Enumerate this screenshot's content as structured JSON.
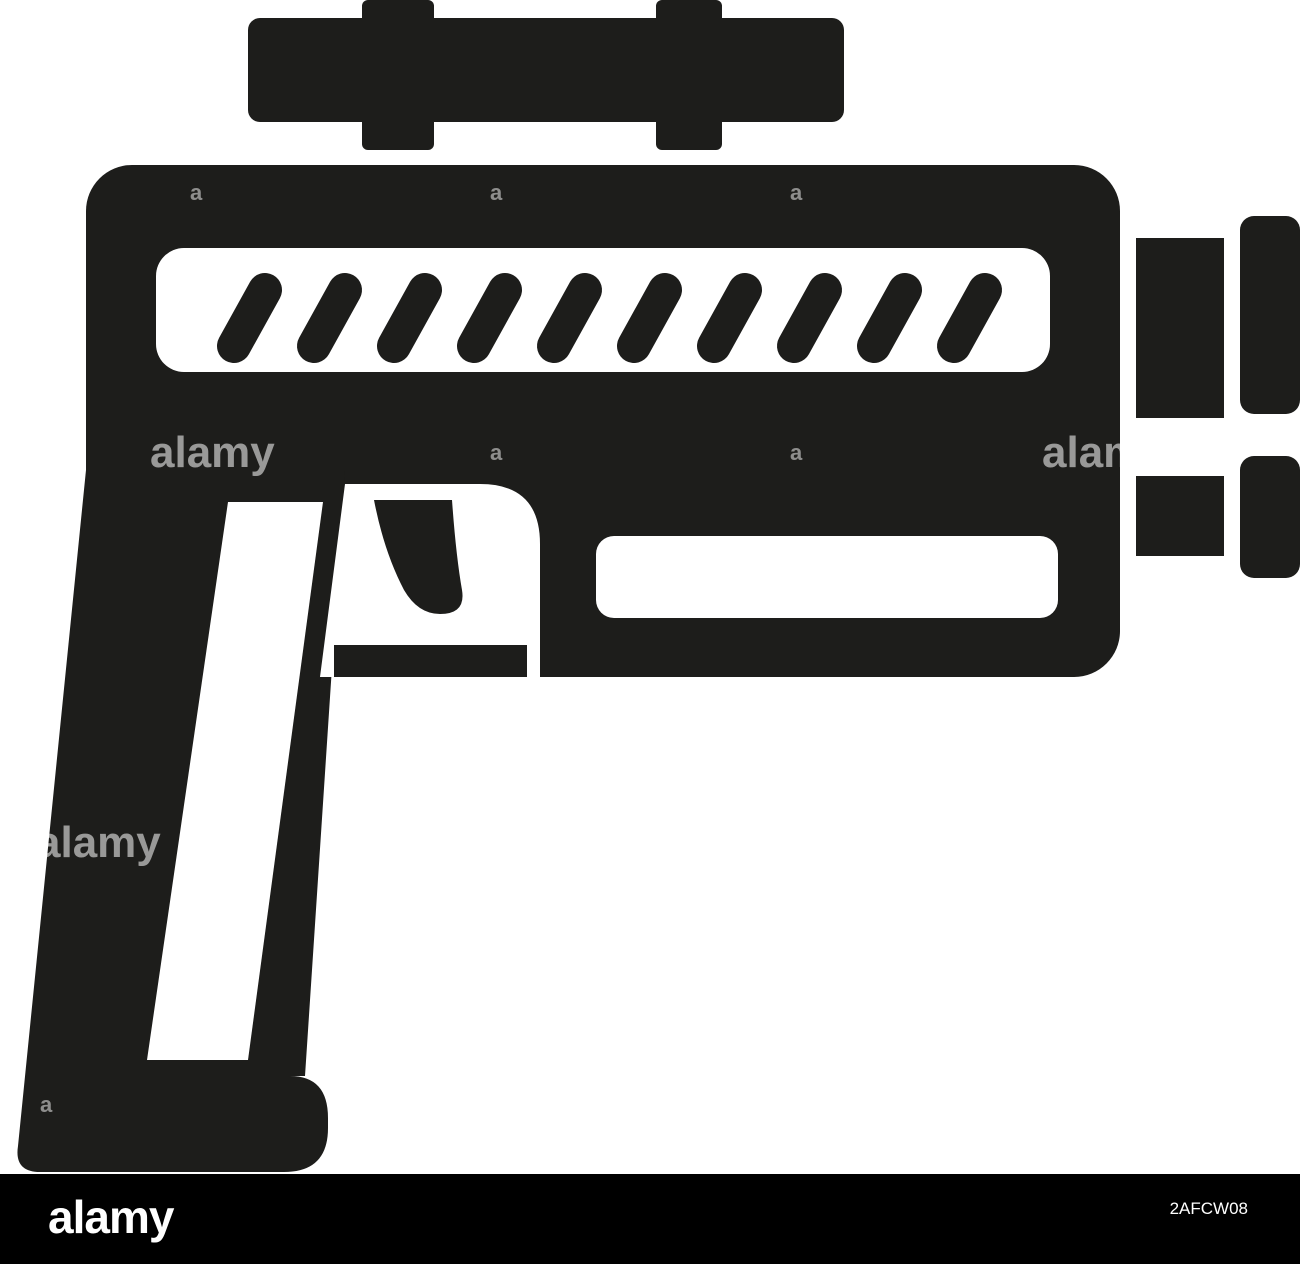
{
  "colors": {
    "icon_fill": "#1d1d1b",
    "background": "#ffffff",
    "footer_bar": "#000000",
    "footer_text": "#ffffff"
  },
  "icon": {
    "name": "blaster-gun-icon"
  },
  "watermark": {
    "brand": "alamy",
    "letter": "a"
  },
  "footer": {
    "brand": "alamy",
    "image_id": "2AFCW08"
  }
}
